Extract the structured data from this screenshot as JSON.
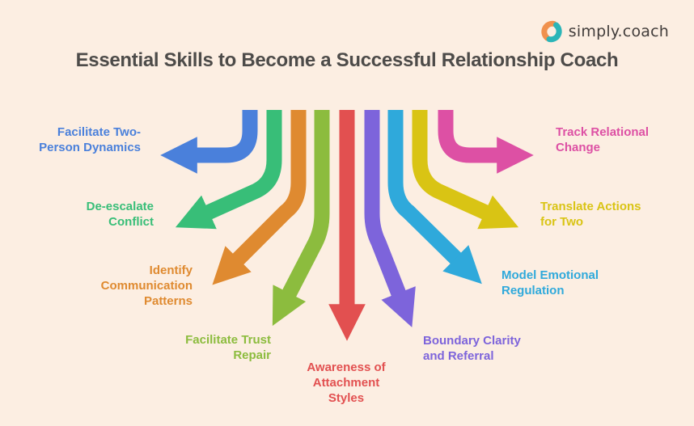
{
  "background": "#FCEEE2",
  "logo": {
    "text": "simply.coach",
    "text_color": "#423D3B",
    "icon_orange": "#F0914E",
    "icon_teal": "#2BB5B8"
  },
  "title": {
    "text": "Essential Skills to Become a Successful Relationship Coach",
    "color": "#4D4B49"
  },
  "skills": [
    {
      "id": "facilitate-two-person-dynamics",
      "lines": [
        "Facilitate Two-",
        "Person Dynamics"
      ],
      "color": "#4A80DB"
    },
    {
      "id": "de-escalate-conflict",
      "lines": [
        "De-escalate",
        "Conflict"
      ],
      "color": "#38BE78"
    },
    {
      "id": "identify-communication-patterns",
      "lines": [
        "Identify",
        "Communication",
        "Patterns"
      ],
      "color": "#DF8A30"
    },
    {
      "id": "facilitate-trust-repair",
      "lines": [
        "Facilitate Trust",
        "Repair"
      ],
      "color": "#8CBC3E"
    },
    {
      "id": "awareness-of-attachment-styles",
      "lines": [
        "Awareness of",
        "Attachment",
        "Styles"
      ],
      "color": "#E25050"
    },
    {
      "id": "boundary-clarity-and-referral",
      "lines": [
        "Boundary Clarity",
        "and Referral"
      ],
      "color": "#7D64DB"
    },
    {
      "id": "model-emotional-regulation",
      "lines": [
        "Model Emotional",
        "Regulation"
      ],
      "color": "#2FA9DB"
    },
    {
      "id": "translate-actions-for-two",
      "lines": [
        "Translate Actions",
        "for Two"
      ],
      "color": "#D9C414"
    },
    {
      "id": "track-relational-change",
      "lines": [
        "Track Relational",
        "Change"
      ],
      "color": "#DD50A4"
    }
  ]
}
